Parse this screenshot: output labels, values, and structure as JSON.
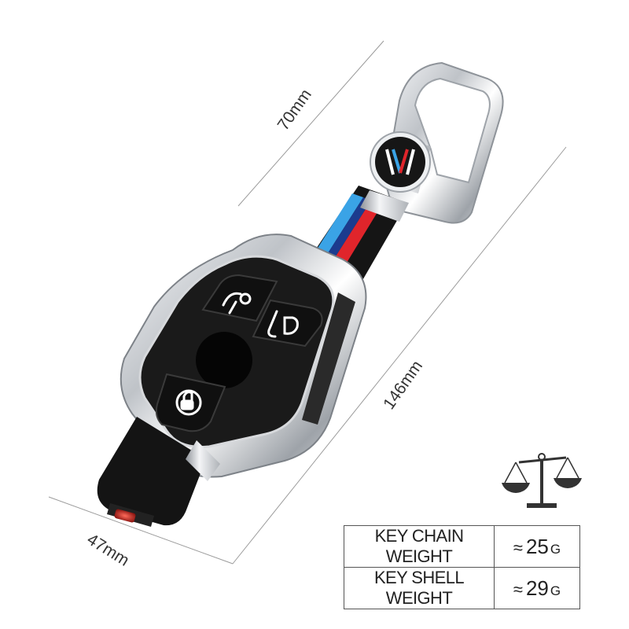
{
  "dimensions": {
    "length_short": "70mm",
    "length_long": "146mm",
    "width": "47mm"
  },
  "weights": [
    {
      "label": "KEY CHAIN WEIGHT",
      "approx": "≈",
      "value": "25",
      "unit": "G"
    },
    {
      "label": "KEY SHELL WEIGHT",
      "approx": "≈",
      "value": "29",
      "unit": "G"
    }
  ],
  "icons": {
    "scale": "balance-scale-icon",
    "lock": "lock-icon",
    "unlock": "unlock-icon",
    "trunk": "trunk-icon",
    "logo": "brand-logo-icon"
  },
  "colors": {
    "background": "#ffffff",
    "chrome": "#c9ccd1",
    "black": "#141414",
    "stripe_blue": "#3aa3e6",
    "stripe_navy": "#1c3b8e",
    "stripe_red": "#e0252b",
    "dimension_line": "#9a9a9a"
  }
}
